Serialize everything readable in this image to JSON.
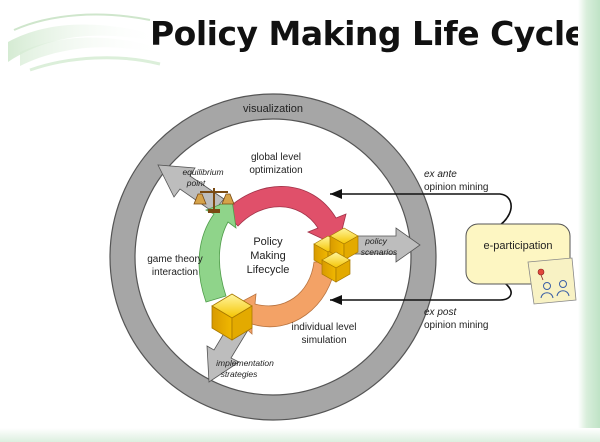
{
  "slide": {
    "title": "Policy Making Life Cycle"
  },
  "diagram": {
    "outer_ring_label": "visualization",
    "center_label": [
      "Policy",
      "Making",
      "Lifecycle"
    ],
    "stages": {
      "global_level_optimization": [
        "global level",
        "optimization"
      ],
      "equilibrium_point": [
        "equilibrium",
        "point"
      ],
      "game_theory_interaction": [
        "game theory",
        "interaction"
      ],
      "implementation_strategies": [
        "implementation",
        "strategies"
      ],
      "individual_level_simulation": [
        "individual level",
        "simulation"
      ],
      "policy_scenarios": [
        "policy",
        "scenarios"
      ]
    },
    "ex_ante": [
      "ex ante",
      "opinion mining"
    ],
    "ex_post": [
      "ex post",
      "opinion mining"
    ],
    "e_participation": "e-participation",
    "colors": {
      "ring": "#a6a6a6",
      "ring_stroke": "#555555",
      "red_arrow": "#e0506a",
      "orange_arrow": "#f3a266",
      "green_arrow": "#8fd48a",
      "cube": "#f5c400",
      "box_fill": "#fdf6c2",
      "note_fill": "#f8f2c4"
    }
  }
}
